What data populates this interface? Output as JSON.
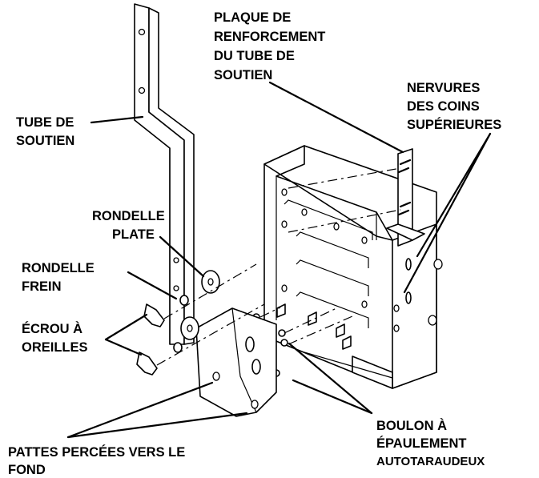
{
  "labels": {
    "plaque": [
      "PLAQUE DE",
      "RENFORCEMENT",
      "DU TUBE DE",
      "SOUTIEN"
    ],
    "nervures": [
      "NERVURES",
      "DES COINS",
      "SUPÉRIEURES"
    ],
    "tube": [
      "TUBE DE",
      "SOUTIEN"
    ],
    "rondelle_plate": [
      "RONDELLE",
      "PLATE"
    ],
    "rondelle_frein": [
      "RONDELLE",
      "FREIN"
    ],
    "ecrou": [
      "ÉCROU À",
      "OREILLES"
    ],
    "boulon": [
      "BOULON  À",
      "ÉPAULEMENT",
      "AUTOTARAUDEUX"
    ],
    "pattes": [
      "PATTES PERCÉES VERS LE",
      "FOND"
    ]
  }
}
